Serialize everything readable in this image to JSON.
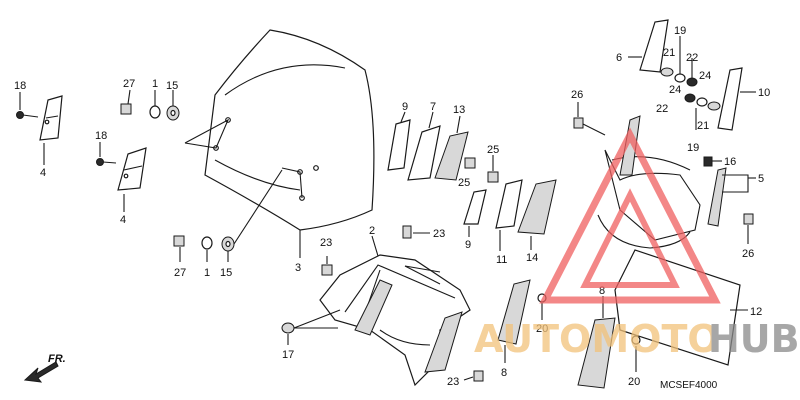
{
  "diagram": {
    "code": "MCSEF4000",
    "front_marker": "FR.",
    "callouts": [
      {
        "id": "c1",
        "text": "18"
      },
      {
        "id": "c2",
        "text": "4"
      },
      {
        "id": "c3",
        "text": "18"
      },
      {
        "id": "c4",
        "text": "4"
      },
      {
        "id": "c5",
        "text": "27"
      },
      {
        "id": "c6",
        "text": "1"
      },
      {
        "id": "c7",
        "text": "15"
      },
      {
        "id": "c8",
        "text": "27"
      },
      {
        "id": "c9",
        "text": "1"
      },
      {
        "id": "c10",
        "text": "15"
      },
      {
        "id": "c11",
        "text": "3"
      },
      {
        "id": "c12",
        "text": "9"
      },
      {
        "id": "c13",
        "text": "7"
      },
      {
        "id": "c14",
        "text": "13"
      },
      {
        "id": "c15",
        "text": "25"
      },
      {
        "id": "c16",
        "text": "25"
      },
      {
        "id": "c17",
        "text": "9"
      },
      {
        "id": "c18",
        "text": "11"
      },
      {
        "id": "c19",
        "text": "14"
      },
      {
        "id": "c20",
        "text": "2"
      },
      {
        "id": "c21",
        "text": "23"
      },
      {
        "id": "c22",
        "text": "23"
      },
      {
        "id": "c23",
        "text": "17"
      },
      {
        "id": "c24",
        "text": "23"
      },
      {
        "id": "c25",
        "text": "8"
      },
      {
        "id": "c26",
        "text": "20"
      },
      {
        "id": "c27",
        "text": "8"
      },
      {
        "id": "c28",
        "text": "20"
      },
      {
        "id": "c29",
        "text": "12"
      },
      {
        "id": "c30",
        "text": "26"
      },
      {
        "id": "c31",
        "text": "26"
      },
      {
        "id": "c32",
        "text": "16"
      },
      {
        "id": "c33",
        "text": "5"
      },
      {
        "id": "c34",
        "text": "6"
      },
      {
        "id": "c35",
        "text": "19"
      },
      {
        "id": "c36",
        "text": "21"
      },
      {
        "id": "c37",
        "text": "22"
      },
      {
        "id": "c38",
        "text": "24"
      },
      {
        "id": "c39",
        "text": "24"
      },
      {
        "id": "c40",
        "text": "22"
      },
      {
        "id": "c41",
        "text": "21"
      },
      {
        "id": "c42",
        "text": "19"
      },
      {
        "id": "c43",
        "text": "10"
      }
    ]
  },
  "watermark": {
    "text_left": "AUTOMOTO",
    "text_right": "HUB",
    "color_triangle": "#f06060",
    "color_left": "#f2c27a",
    "color_right": "#8a8a8a"
  }
}
